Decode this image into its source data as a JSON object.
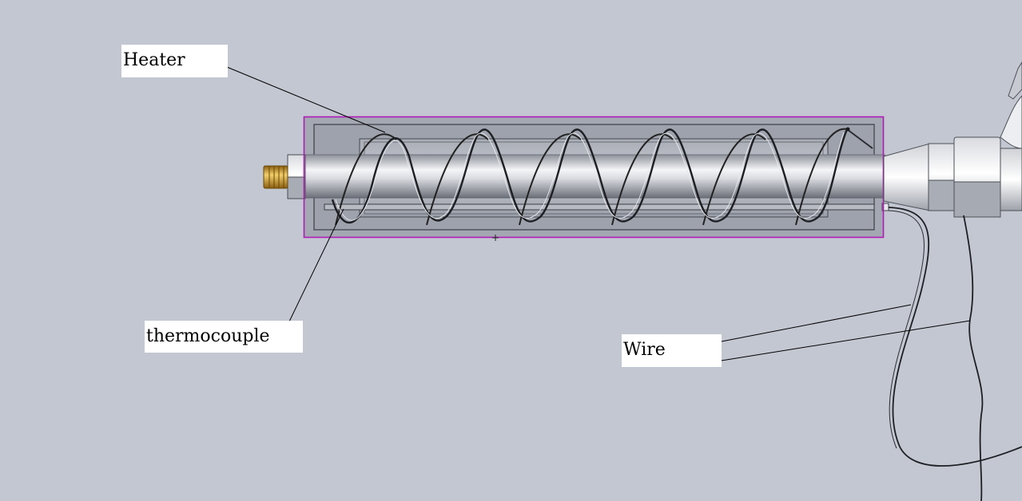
{
  "labels": {
    "heater": "Heater",
    "thermocouple": "thermocouple",
    "wire": "Wire"
  },
  "colors": {
    "background": "#c3c7d1",
    "selection_box": "#b01ab8",
    "housing": "#9fa3ad",
    "brass_fitting": "#c99a2e",
    "leader_line": "#000000"
  },
  "icons": {
    "origin_marker": "crosshair-icon"
  }
}
